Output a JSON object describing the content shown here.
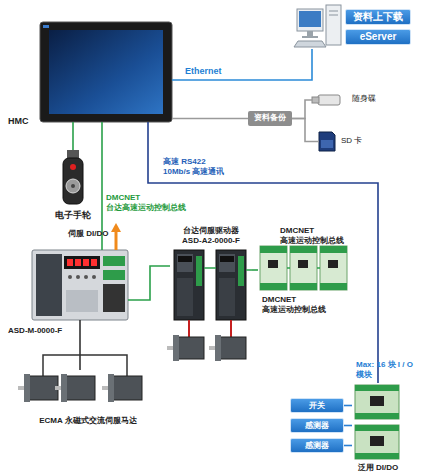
{
  "diagram": {
    "nodes": [
      {
        "text": [
          "HMC"
        ]
      },
      {
        "text": [
          "资料上下载",
          "eServer"
        ]
      },
      {
        "text": [
          "资料备份"
        ]
      },
      {
        "text": [
          "随身碟"
        ]
      },
      {
        "text": [
          "SD 卡"
        ]
      },
      {
        "text": [
          "电子手轮"
        ]
      },
      {
        "text": [
          "ASD-M-0000-F"
        ]
      },
      {
        "text": [
          "台达伺服驱动器 ASD-A2-0000-F"
        ]
      },
      {
        "text": [
          "DMCNET 高速运动控制总线"
        ]
      },
      {
        "text": [
          "ECMA 永磁式交流伺服马达"
        ]
      },
      {
        "text": [
          "泛用 DI/DO"
        ]
      },
      {
        "text": [
          "开关"
        ]
      },
      {
        "text": [
          "感测器"
        ]
      },
      {
        "text": [
          "感测器"
        ]
      }
    ],
    "edges": [
      {
        "from": 0,
        "to": 1,
        "label": "Ethernet",
        "arrow": "none"
      },
      {
        "from": 0,
        "to": 2,
        "arrow": "none"
      },
      {
        "from": 2,
        "to": 3,
        "arrow": "none"
      },
      {
        "from": 2,
        "to": 4,
        "arrow": "none"
      },
      {
        "from": 0,
        "to": 5,
        "arrow": "none"
      },
      {
        "from": 0,
        "to": 6,
        "label": "DMCNET 台达高速运动控制总线",
        "arrow": "none"
      },
      {
        "from": 0,
        "to": 10,
        "label": "高速 RS422 10Mb/s 高速通讯",
        "arrow": "none"
      },
      {
        "from": 6,
        "to": 7,
        "arrow": "none"
      },
      {
        "from": 7,
        "to": 8,
        "arrow": "none"
      },
      {
        "from": 6,
        "to": 9,
        "arrow": "none"
      },
      {
        "from": 11,
        "to": 10,
        "arrow": "none"
      },
      {
        "from": 12,
        "to": 10,
        "arrow": "none"
      },
      {
        "from": 13,
        "to": 10,
        "arrow": "none"
      }
    ],
    "labels": [
      "伺服 DI/DO",
      "DMCNET 高速运动控制总线",
      "Max: 16 块 I / O 模块"
    ]
  }
}
